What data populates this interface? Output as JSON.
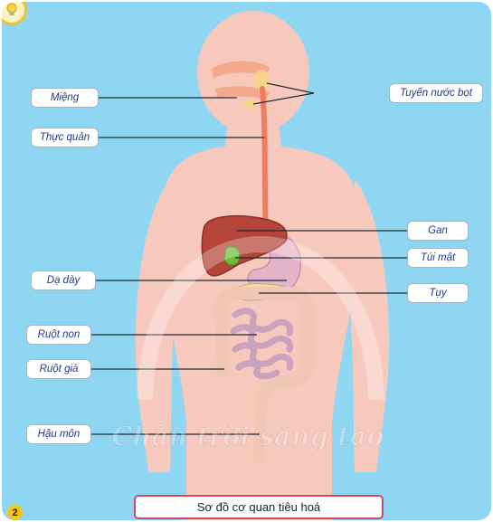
{
  "labels_left": [
    "Miệng",
    "Thực quản",
    "Dạ dày",
    "Ruột non",
    "Ruột già",
    "Hậu môn"
  ],
  "labels_right": [
    "Tuyến nước bọt",
    "Gan",
    "Túi mật",
    "Tụy"
  ],
  "watermark": "Chân trời sáng tạo",
  "figure_number": "2",
  "caption": "Sơ đồ cơ quan tiêu hoá",
  "colors": {
    "background": "#8fd6f2",
    "body": "#f7c9bd",
    "liver": "#b5443a",
    "stomach": "#e3b4c8",
    "intestine": "#c9a3bd",
    "label_text": "#1f3a8a",
    "caption_border": "#d14a5a"
  }
}
